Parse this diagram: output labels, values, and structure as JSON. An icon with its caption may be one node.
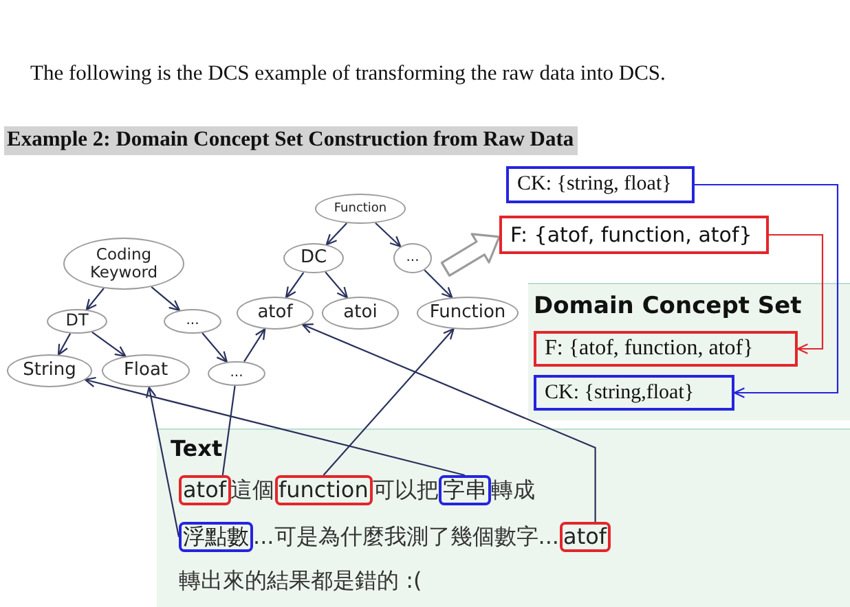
{
  "diagram": {
    "title": "Example 2: Domain Concept Set Construction from Raw Data",
    "nodes": [
      {
        "text": [
          "CK: {string, float}"
        ]
      },
      {
        "text": [
          "F: {atof, function, atof}"
        ]
      },
      {
        "text": [
          "Function"
        ]
      },
      {
        "text": [
          "DC"
        ]
      },
      {
        "text": [
          "..."
        ]
      },
      {
        "text": [
          "Coding Keyword"
        ]
      },
      {
        "text": [
          "atof"
        ]
      },
      {
        "text": [
          "atoi"
        ]
      },
      {
        "text": [
          "Function"
        ]
      },
      {
        "text": [
          "DT"
        ]
      },
      {
        "text": [
          "..."
        ]
      },
      {
        "text": [
          "String"
        ]
      },
      {
        "text": [
          "Float"
        ]
      },
      {
        "text": [
          "..."
        ]
      },
      {
        "text": [
          "Domain Concept Set"
        ]
      },
      {
        "text": [
          "F: {atof, function, atof}"
        ],
        "in": 14
      },
      {
        "text": [
          "CK: {string,float}"
        ],
        "in": 14
      },
      {
        "text": [
          "Text",
          "這個",
          "可以把",
          "轉成",
          "...可是為什麼我測了幾個數字...",
          "轉出來的結果都是錯的 :("
        ]
      },
      {
        "text": [
          "atof"
        ],
        "in": 17
      },
      {
        "text": [
          "function"
        ],
        "in": 17
      },
      {
        "text": [
          "字串"
        ],
        "in": 17
      },
      {
        "text": [
          "浮點數"
        ],
        "in": 17
      },
      {
        "text": [
          "atof"
        ],
        "in": 17
      }
    ],
    "edges": [
      {
        "from": 2,
        "to": 3,
        "arrow": "to"
      },
      {
        "from": 2,
        "to": 4,
        "arrow": "to"
      },
      {
        "from": 3,
        "to": 6,
        "arrow": "to"
      },
      {
        "from": 3,
        "to": 7,
        "arrow": "to"
      },
      {
        "from": 4,
        "to": 8,
        "arrow": "to"
      },
      {
        "from": 5,
        "to": 9,
        "arrow": "to"
      },
      {
        "from": 5,
        "to": 10,
        "arrow": "to"
      },
      {
        "from": 9,
        "to": 11,
        "arrow": "to"
      },
      {
        "from": 9,
        "to": 12,
        "arrow": "to"
      },
      {
        "from": 10,
        "to": 13,
        "arrow": "to"
      },
      {
        "from": 13,
        "to": 6,
        "arrow": "to"
      },
      {
        "from": 18,
        "to": 13,
        "arrow": "none"
      },
      {
        "from": 19,
        "to": 8,
        "arrow": "to"
      },
      {
        "from": 20,
        "to": 11,
        "arrow": "to"
      },
      {
        "from": 21,
        "to": 12,
        "arrow": "to"
      },
      {
        "from": 22,
        "to": 6,
        "arrow": "to"
      },
      {
        "from": null,
        "to": 1,
        "arrow": "to",
        "style": "thick"
      },
      {
        "from": 0,
        "to": 16,
        "arrow": "to",
        "color": "#2424e0"
      },
      {
        "from": 1,
        "to": 15,
        "arrow": "to",
        "color": "#e2262c"
      }
    ],
    "labels": [
      "The following is the DCS example of transforming the raw data into DCS."
    ]
  }
}
